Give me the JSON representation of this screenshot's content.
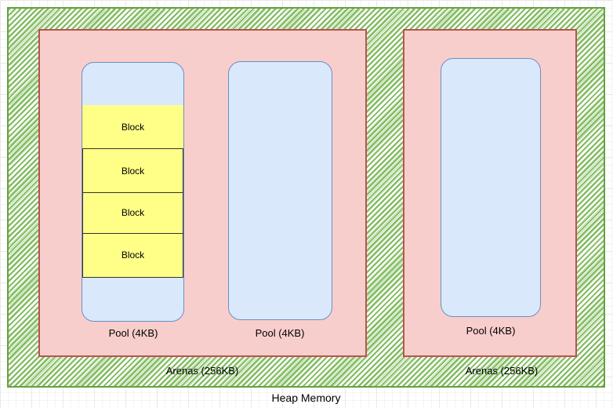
{
  "colors": {
    "canvas_bg": "#ffffff",
    "grid_minor": "#f4f4f4",
    "grid_major": "#e8e8e8",
    "heap_hatch": "#7db95a",
    "heap_border": "#67a042",
    "arena_fill": "#f8cecc",
    "arena_border": "#b85450",
    "pool_fill": "#dae8fc",
    "pool_border": "#6c8ebf",
    "block_fill": "#ffff88",
    "block_border": "#333333",
    "text": "#000000"
  },
  "heap": {
    "label": "Heap Memory",
    "arenas": [
      {
        "label": "Arenas (256KB)",
        "pools": [
          {
            "label": "Pool (4KB)",
            "blocks": [
              {
                "label": "Block"
              },
              {
                "label": "Block"
              },
              {
                "label": "Block"
              },
              {
                "label": "Block"
              }
            ]
          },
          {
            "label": "Pool (4KB)",
            "blocks": []
          }
        ]
      },
      {
        "label": "Arenas (256KB)",
        "pools": [
          {
            "label": "Pool (4KB)",
            "blocks": []
          }
        ]
      }
    ]
  }
}
